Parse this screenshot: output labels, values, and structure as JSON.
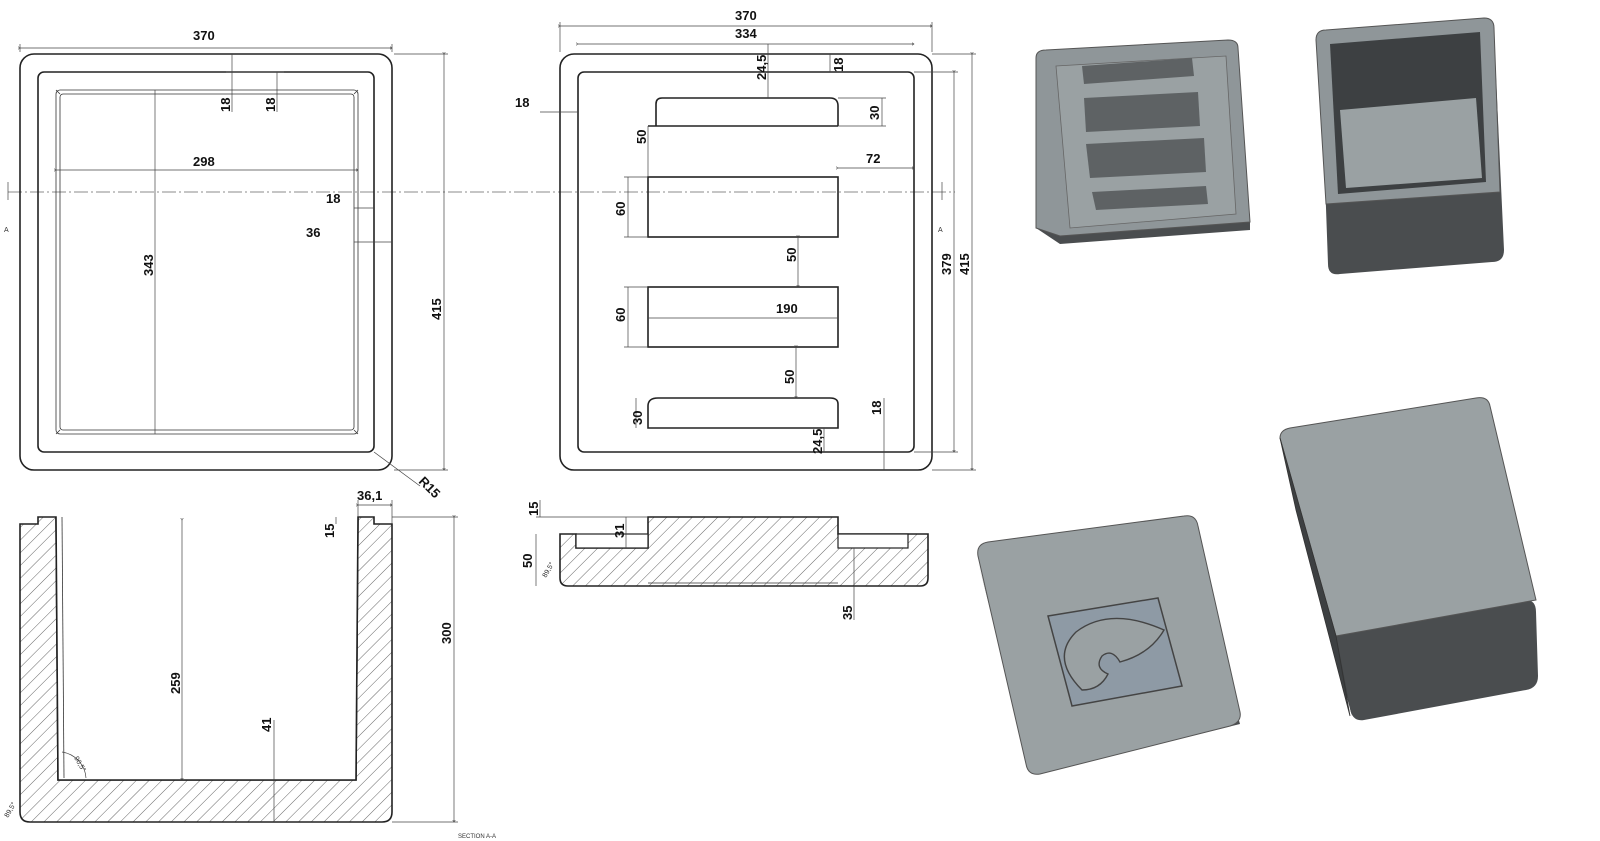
{
  "front_view": {
    "width": "370",
    "inner_d1": "18",
    "inner_d2": "18",
    "inner_width": "298",
    "wall_a": "18",
    "wall_b": "36",
    "inner_height": "343",
    "height": "415",
    "radius": "R15",
    "section_letter": "A"
  },
  "lid_view": {
    "width": "370",
    "inner_width": "334",
    "top_gap": "24,5",
    "rim_top": "18",
    "left_rim": "18",
    "slot_h1": "30",
    "gap1": "50",
    "slot_offset": "72",
    "slot_h2": "60",
    "gap2": "50",
    "inner_height": "379",
    "height": "415",
    "slot_h3": "60",
    "slot_width": "190",
    "gap3": "50",
    "slot_h4": "30",
    "rim_bottom": "18",
    "bottom_gap": "24,5",
    "section_letter": "A"
  },
  "section_box": {
    "rim_width": "36,1",
    "rim_depth": "15",
    "inner_depth": "259",
    "wall_thickness": "41",
    "height": "300",
    "angle_inner": "90,5°",
    "angle_outer": "89,5°",
    "label": "SECTION A-A"
  },
  "section_lid": {
    "step": "15",
    "pocket": "31",
    "height": "50",
    "angle": "89,5°",
    "lip": "35"
  },
  "renders": [
    {
      "name": "lid-top-render"
    },
    {
      "name": "box-open-render"
    },
    {
      "name": "lid-logo-render"
    },
    {
      "name": "box-closed-render"
    }
  ],
  "colors": {
    "render_top": "#9aa1a3",
    "render_side": "#4a4d4f",
    "logo_bg": "#8e9aa5"
  }
}
